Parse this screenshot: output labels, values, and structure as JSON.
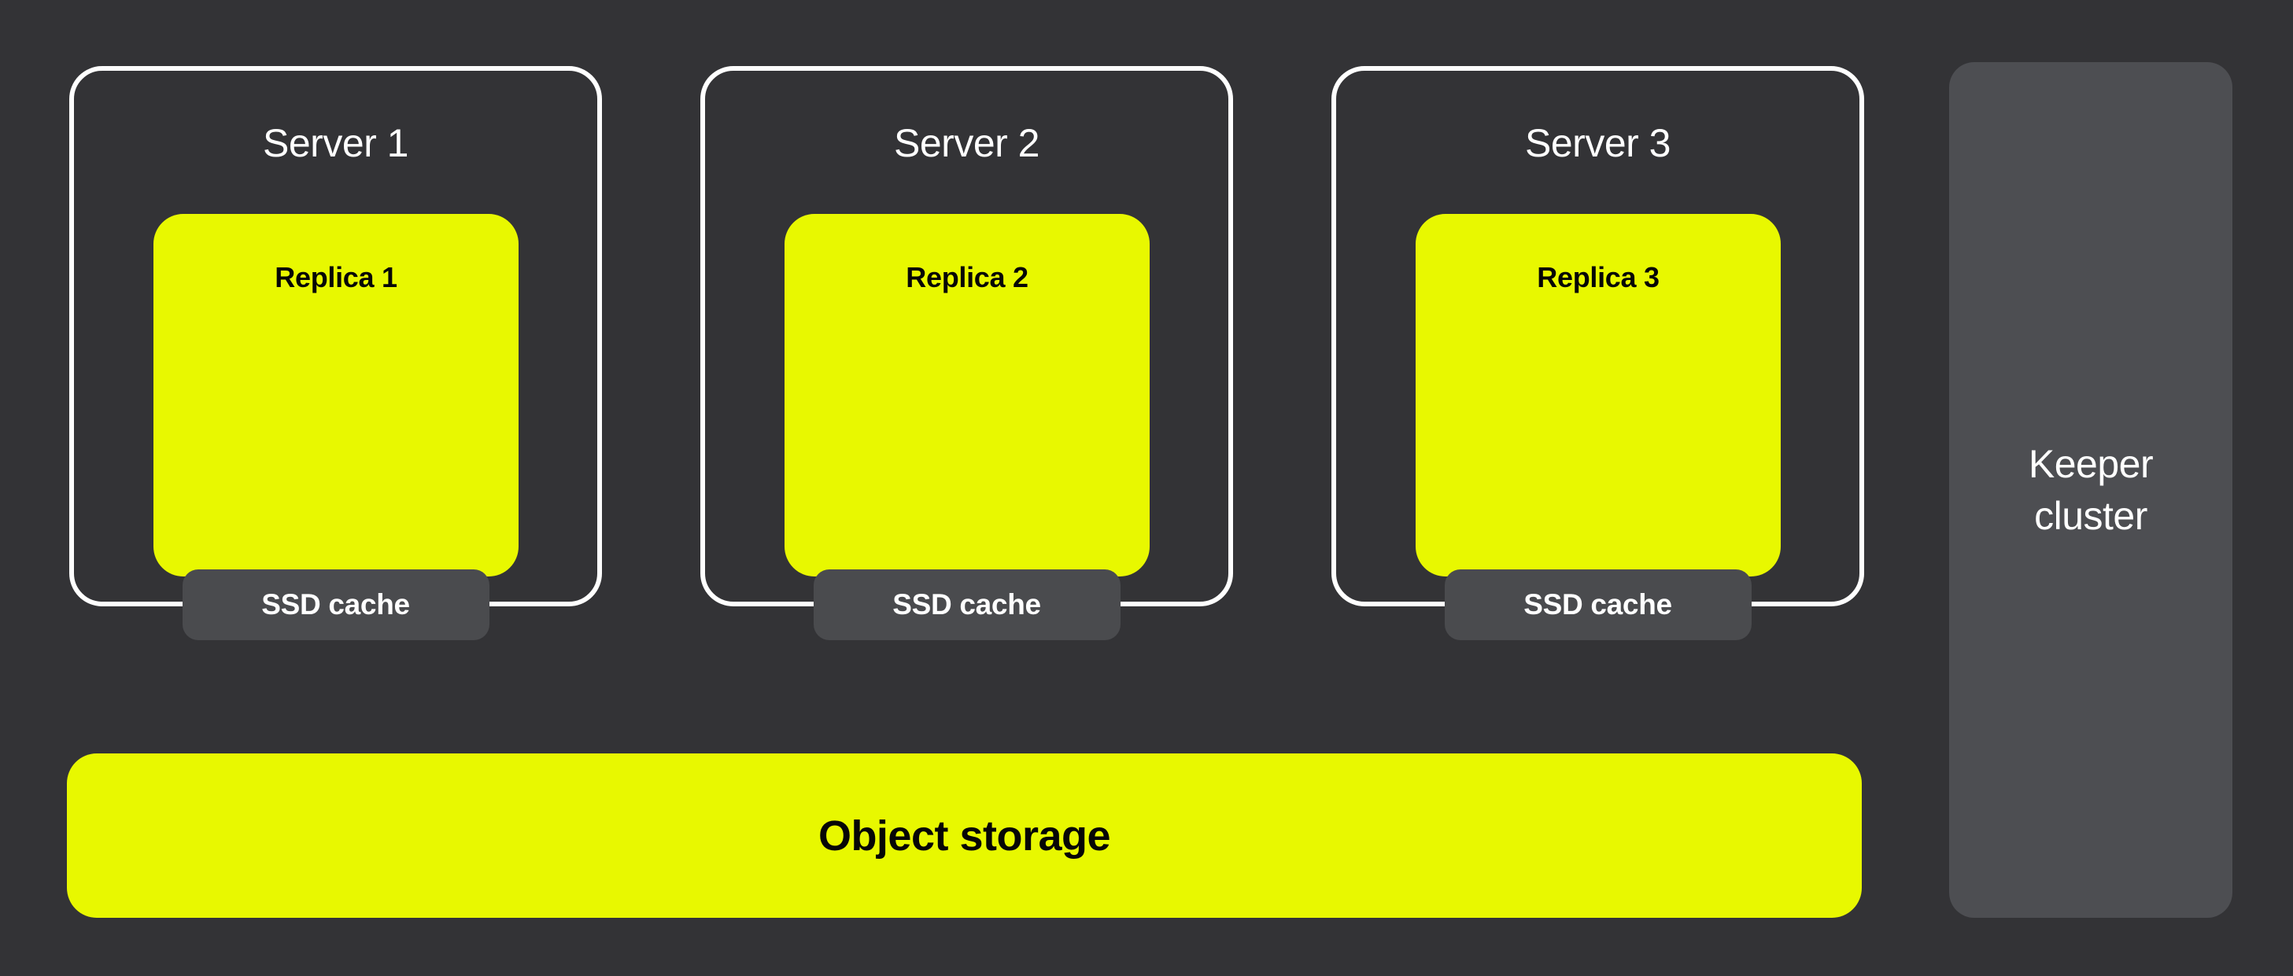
{
  "diagram": {
    "servers": [
      {
        "title": "Server 1",
        "replica_label": "Replica 1",
        "cache_label": "SSD cache"
      },
      {
        "title": "Server 2",
        "replica_label": "Replica 2",
        "cache_label": "SSD cache"
      },
      {
        "title": "Server 3",
        "replica_label": "Replica 3",
        "cache_label": "SSD cache"
      }
    ],
    "object_storage_label": "Object storage",
    "keeper_label": "Keeper cluster"
  },
  "colors": {
    "background": "#333336",
    "accent_yellow": "#e8f800",
    "server_border_white": "#ffffff",
    "ssd_badge_gray": "#4a4b4e",
    "keeper_panel_gray": "#4d4e52",
    "text_on_yellow": "#060606",
    "text_on_dark": "#ffffff"
  }
}
